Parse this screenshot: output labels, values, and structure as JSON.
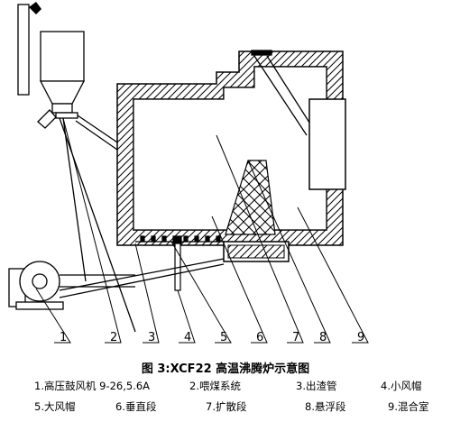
{
  "callouts": [
    "1",
    "2",
    "3",
    "4",
    "5",
    "6",
    "7",
    "8",
    "9"
  ],
  "caption": "图 3:XCF22 高温沸腾炉示意图",
  "legend": [
    "1.高压鼓风机 9-26,5.6A",
    "2.喂煤系统",
    "3.出渣管",
    "4.小风帽",
    "5.大风帽",
    "6.垂直段",
    "7.扩散段",
    "8.悬浮段",
    "9.混合室"
  ]
}
